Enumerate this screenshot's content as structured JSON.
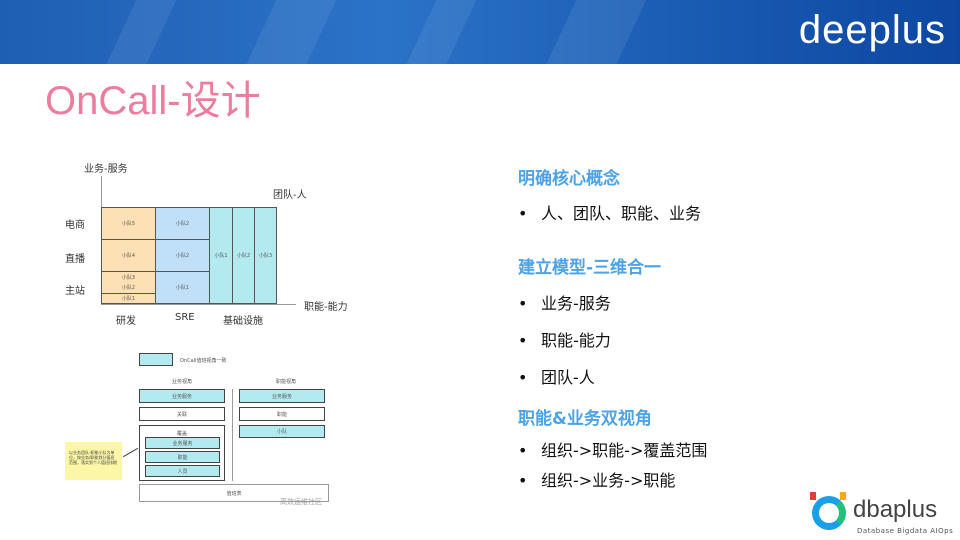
{
  "header": {
    "logo": "deeplus"
  },
  "title": "OnCall-设计",
  "sections": [
    {
      "heading": "明确核心概念",
      "bullets": [
        "人、团队、职能、业务"
      ]
    },
    {
      "heading": "建立模型-三维合一",
      "bullets": [
        "业务-服务",
        "职能-能力",
        "团队-人"
      ]
    },
    {
      "heading": "职能&业务双视角",
      "bullets": [
        "组织->职能->覆盖范围",
        "组织->业务->职能"
      ]
    }
  ],
  "diagram1": {
    "y_axis": "业务-服务",
    "x_axis": "职能-能力",
    "team_label": "团队-人",
    "rows": [
      "电商",
      "直播",
      "主站"
    ],
    "cols": [
      "研发",
      "SRE",
      "基础设施"
    ],
    "cells": {
      "dev_ec": "小队5",
      "dev_live": "小队4",
      "dev_main3": "小队3",
      "dev_main2": "小队2",
      "dev_main1": "小队1",
      "sre_ec": "小队2",
      "sre_live": "小队2",
      "sre_main": "小队1",
      "infra1": "小队1",
      "infra2": "小队2",
      "infra3": "小队3"
    }
  },
  "diagram2": {
    "legend": "OnCall值班视角一致",
    "left_header": "业务视角",
    "right_header": "职能视角",
    "left_boxes": [
      "业务服务",
      "关联"
    ],
    "container": "覆盖",
    "inner": [
      "业务服务",
      "职能",
      "人员"
    ],
    "right_boxes": [
      "业务服务",
      "职能",
      "小队"
    ],
    "note": "以业务团队-职能小队为单位，按业务/职能划分值班范围，落实到个人值班排期",
    "bottom": "值班表",
    "watermark": "高效运维社区"
  },
  "footer": {
    "logo": "dbaplus",
    "tagline": "Database Bigdata AIOps"
  }
}
